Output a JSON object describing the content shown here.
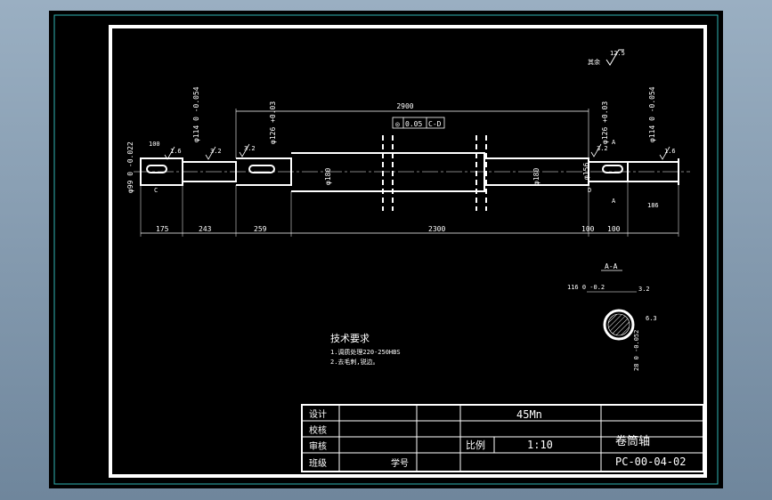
{
  "drawing": {
    "rough_finish": "其余",
    "rough_value": "12.5",
    "roughness": [
      "1.6",
      "3.2",
      "3.2",
      "3.2",
      "1.6"
    ],
    "dims": {
      "overall": "2900",
      "d99": "φ99 0 -0.022",
      "d114_l": "φ114 0 -0.054",
      "d126_l": "φ126 +0.03",
      "d126_r": "φ126 +0.03",
      "d114_r": "φ114 0 -0.054",
      "d180_l": "φ180",
      "d180_r": "φ180",
      "d156": "φ156",
      "seg_top_100": "100",
      "seg_top_186": "186",
      "seg_175": "175",
      "seg_243": "243",
      "seg_259": "259",
      "seg_2300": "2300",
      "seg_100a": "100",
      "seg_100b": "100",
      "tolerance_frame": [
        "◎",
        "0.05",
        "C-D"
      ],
      "datum_c": "C",
      "datum_d": "D",
      "section_mark": "A",
      "section_mark_b": "A"
    },
    "section": {
      "title": "A-A",
      "width_dim": "116 0 -0.2",
      "depth_dim": "28 0 -0.052",
      "rough_a": "3.2",
      "rough_b": "6.3"
    },
    "notes": {
      "heading": "技术要求",
      "line1": "1.调质处理220-250HBS",
      "line2": "2.去毛刺,锐边。"
    },
    "title_block": {
      "design": "设计",
      "check": "校核",
      "review": "审核",
      "class": "班级",
      "student_no": "学号",
      "material": "45Mn",
      "scale_label": "比例",
      "scale_value": "1:10",
      "part_name": "卷筒轴",
      "drawing_no": "PC-00-04-02"
    }
  }
}
